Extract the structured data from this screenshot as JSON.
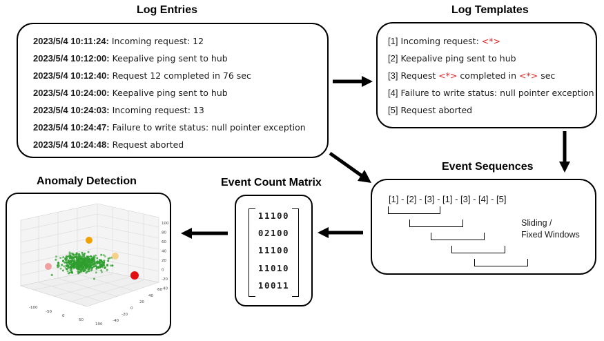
{
  "titles": {
    "log_entries": "Log Entries",
    "log_templates": "Log Templates",
    "event_sequences": "Event Sequences",
    "event_count_matrix": "Event Count Matrix",
    "anomaly_detection": "Anomaly Detection"
  },
  "log_entries": [
    {
      "timestamp": "2023/5/4 10:11:24:",
      "message": "Incoming request: 12"
    },
    {
      "timestamp": "2023/5/4 10:12:00:",
      "message": "Keepalive ping sent to hub"
    },
    {
      "timestamp": "2023/5/4 10:12:40:",
      "message": "Request 12 completed in 76 sec"
    },
    {
      "timestamp": "2023/5/4 10:24:00:",
      "message": "Keepalive ping sent to hub"
    },
    {
      "timestamp": "2023/5/4 10:24:03:",
      "message": "Incoming request: 13"
    },
    {
      "timestamp": "2023/5/4 10:24:47:",
      "message": "Failure to write status: null pointer exception"
    },
    {
      "timestamp": "2023/5/4 10:24:48:",
      "message": "Request aborted"
    }
  ],
  "log_templates": [
    {
      "num": "[1]",
      "parts": [
        "Incoming request: ",
        "<*>"
      ]
    },
    {
      "num": "[2]",
      "parts": [
        "Keepalive ping sent to hub"
      ]
    },
    {
      "num": "[3]",
      "parts": [
        "Request ",
        "<*>",
        " completed in ",
        "<*>",
        " sec"
      ]
    },
    {
      "num": "[4]",
      "parts": [
        "Failure to write status: null pointer exception"
      ]
    },
    {
      "num": "[5]",
      "parts": [
        "Request aborted"
      ]
    }
  ],
  "event_sequence": "[1] - [2] - [3] - [1] - [3] - [4] - [5]",
  "windows_label": [
    "Sliding /",
    "Fixed Windows"
  ],
  "event_count_matrix": [
    "11100",
    "02100",
    "11100",
    "11010",
    "10011"
  ],
  "plot": {
    "z_ticks": [
      "100",
      "80",
      "60",
      "40",
      "20",
      "0",
      "-20",
      "-40"
    ],
    "x_ticks": [
      "-100",
      "-50",
      "0",
      "50",
      "100"
    ],
    "y_ticks": [
      "60",
      "40",
      "20",
      "0",
      "-20",
      "-40"
    ],
    "normal_color": "#2e9e2e",
    "anomaly_colors": [
      "#f0a000",
      "#e01010",
      "#f0a0a0",
      "#f5d08a"
    ]
  },
  "colors": {
    "placeholder": "#e02020",
    "border": "#000000"
  }
}
